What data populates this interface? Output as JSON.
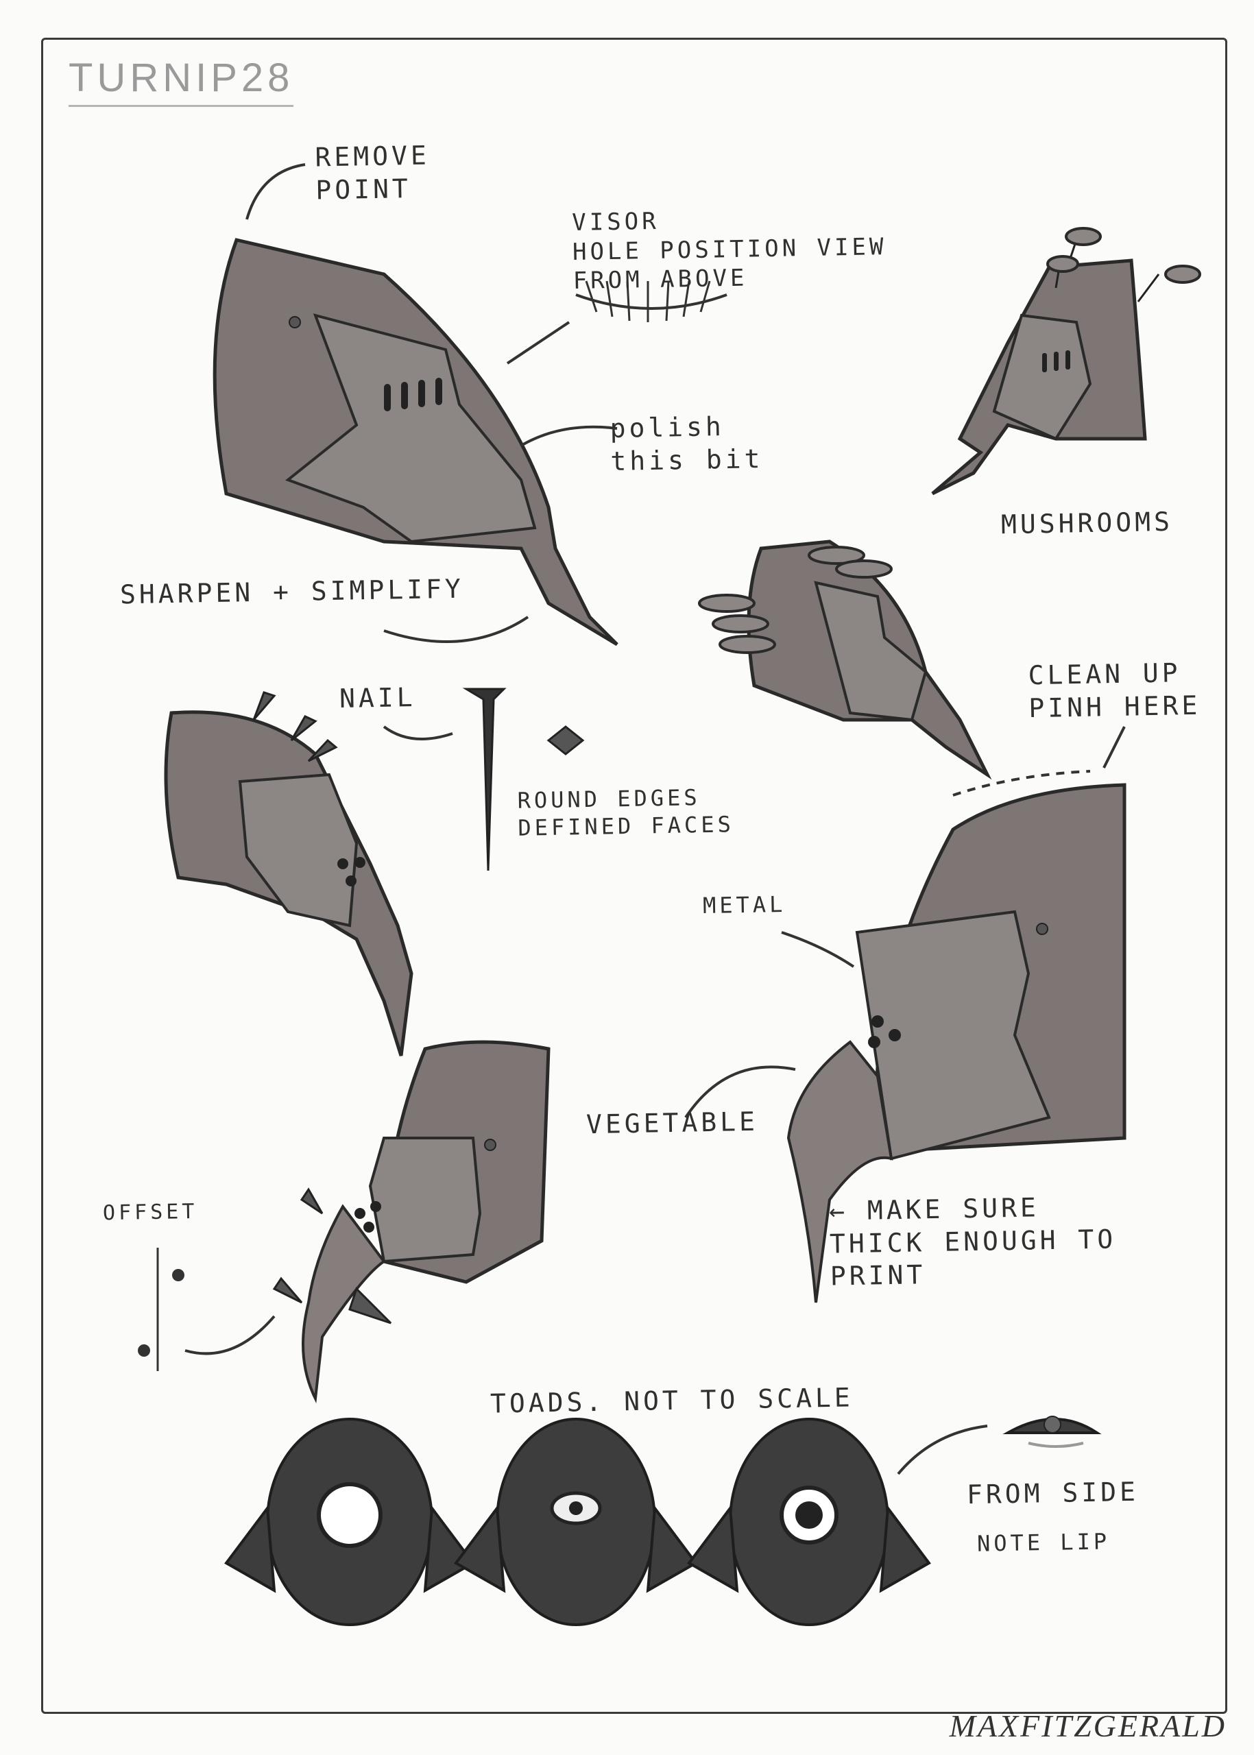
{
  "sheet": {
    "title": "TURNIP28",
    "signature": "MAXFITZGERALD"
  },
  "notes": {
    "remove_point": "REMOVE\nPOINT",
    "visor": "VISOR\nHOLE POSITION VIEW\nFROM ABOVE",
    "polish": "polish\nthis bit",
    "mushrooms": "MUSHROOMS",
    "sharpen": "SHARPEN + SIMPLIFY",
    "nail": "NAIL",
    "round_edges": "ROUND EDGES\nDEFINED FACES",
    "clean_up": "CLEAN UP\nPINH  HERE",
    "metal": "METAL",
    "vegetable": "VEGETABLE",
    "offset": "OFFSET",
    "make_sure": "← MAKE SURE\nTHICK ENOUGH TO\nPRINT",
    "toads": "TOADS.  NOT TO SCALE",
    "from_side": "FROM SIDE",
    "note_lip": "NOTE LIP"
  }
}
